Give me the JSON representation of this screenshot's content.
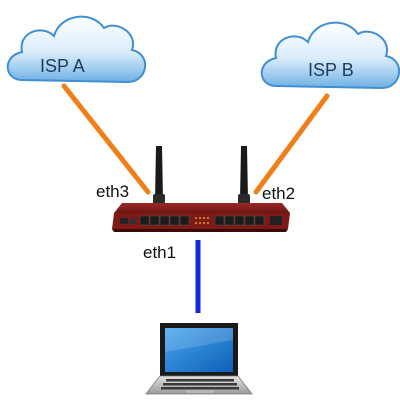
{
  "nodes": {
    "isp_a": {
      "label": "ISP A",
      "icon": "cloud-icon"
    },
    "isp_b": {
      "label": "ISP B",
      "icon": "cloud-icon"
    },
    "router": {
      "icon": "router-icon"
    },
    "laptop": {
      "icon": "laptop-icon"
    }
  },
  "links": {
    "isp_a": {
      "port": "eth3",
      "color": "#f07f1a"
    },
    "isp_b": {
      "port": "eth2",
      "color": "#f07f1a"
    },
    "laptop": {
      "port": "eth1",
      "color": "#1428e0"
    }
  }
}
